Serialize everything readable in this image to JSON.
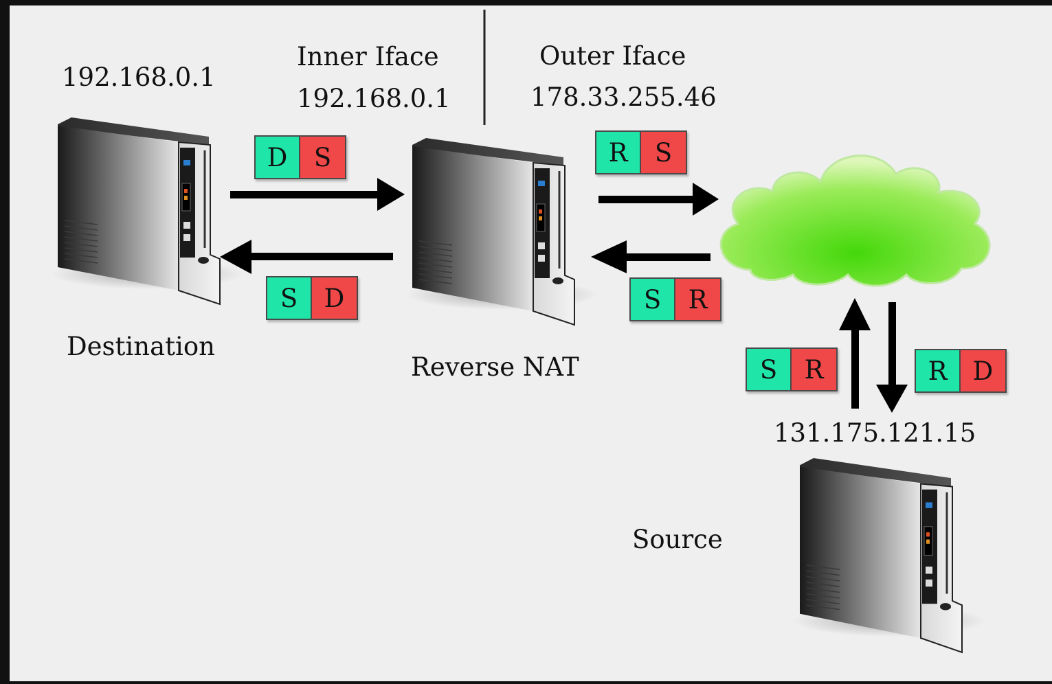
{
  "labels": {
    "destination_ip": "192.168.0.1",
    "destination": "Destination",
    "inner_iface_title": "Inner Iface",
    "inner_iface_ip": "192.168.0.1",
    "outer_iface_title": "Outer Iface",
    "outer_iface_ip": "178.33.255.46",
    "reverse_nat": "Reverse NAT",
    "source_ip": "131.175.121.15",
    "source": "Source"
  },
  "packets": {
    "nat_to_dest_in": [
      "D",
      "S"
    ],
    "dest_to_nat_out": [
      "S",
      "D"
    ],
    "nat_to_cloud": [
      "R",
      "S"
    ],
    "cloud_to_nat": [
      "S",
      "R"
    ],
    "source_to_cloud": [
      "S",
      "R"
    ],
    "cloud_to_source": [
      "R",
      "D"
    ]
  },
  "colors": {
    "header_cell": "#1fe6a8",
    "payload_cell": "#f04848",
    "cloud": "#6fe030",
    "arrow": "#000000",
    "background": "#efefef"
  },
  "icons": [
    "server-icon",
    "cloud-icon",
    "arrow-icon"
  ]
}
